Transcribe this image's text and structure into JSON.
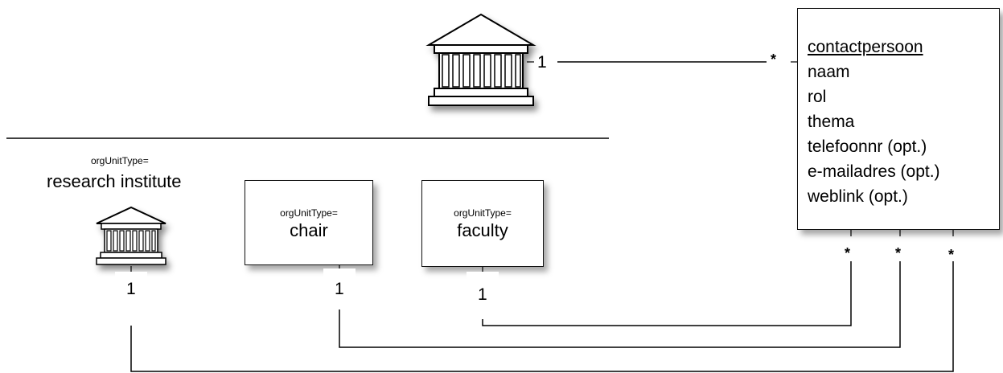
{
  "contact_box": {
    "lines": [
      "contactpersoon",
      "naam",
      "rol",
      "thema",
      "telefoonnr (opt.)",
      "e-mailadres (opt.)",
      "weblink (opt.)"
    ]
  },
  "research_institute": {
    "small_label": "orgUnitType=",
    "big_label": "research institute",
    "multiplicity": "1",
    "icon": "building-icon"
  },
  "chair": {
    "small_label": "orgUnitType=",
    "big_label": "chair",
    "multiplicity": "1"
  },
  "faculty": {
    "small_label": "orgUnitType=",
    "big_label": "faculty",
    "multiplicity": "1"
  },
  "top_building": {
    "icon": "building-icon",
    "multiplicity": "1"
  },
  "contact_multiplicities": {
    "left": "*",
    "bottom": [
      "*",
      "*",
      "*"
    ]
  }
}
